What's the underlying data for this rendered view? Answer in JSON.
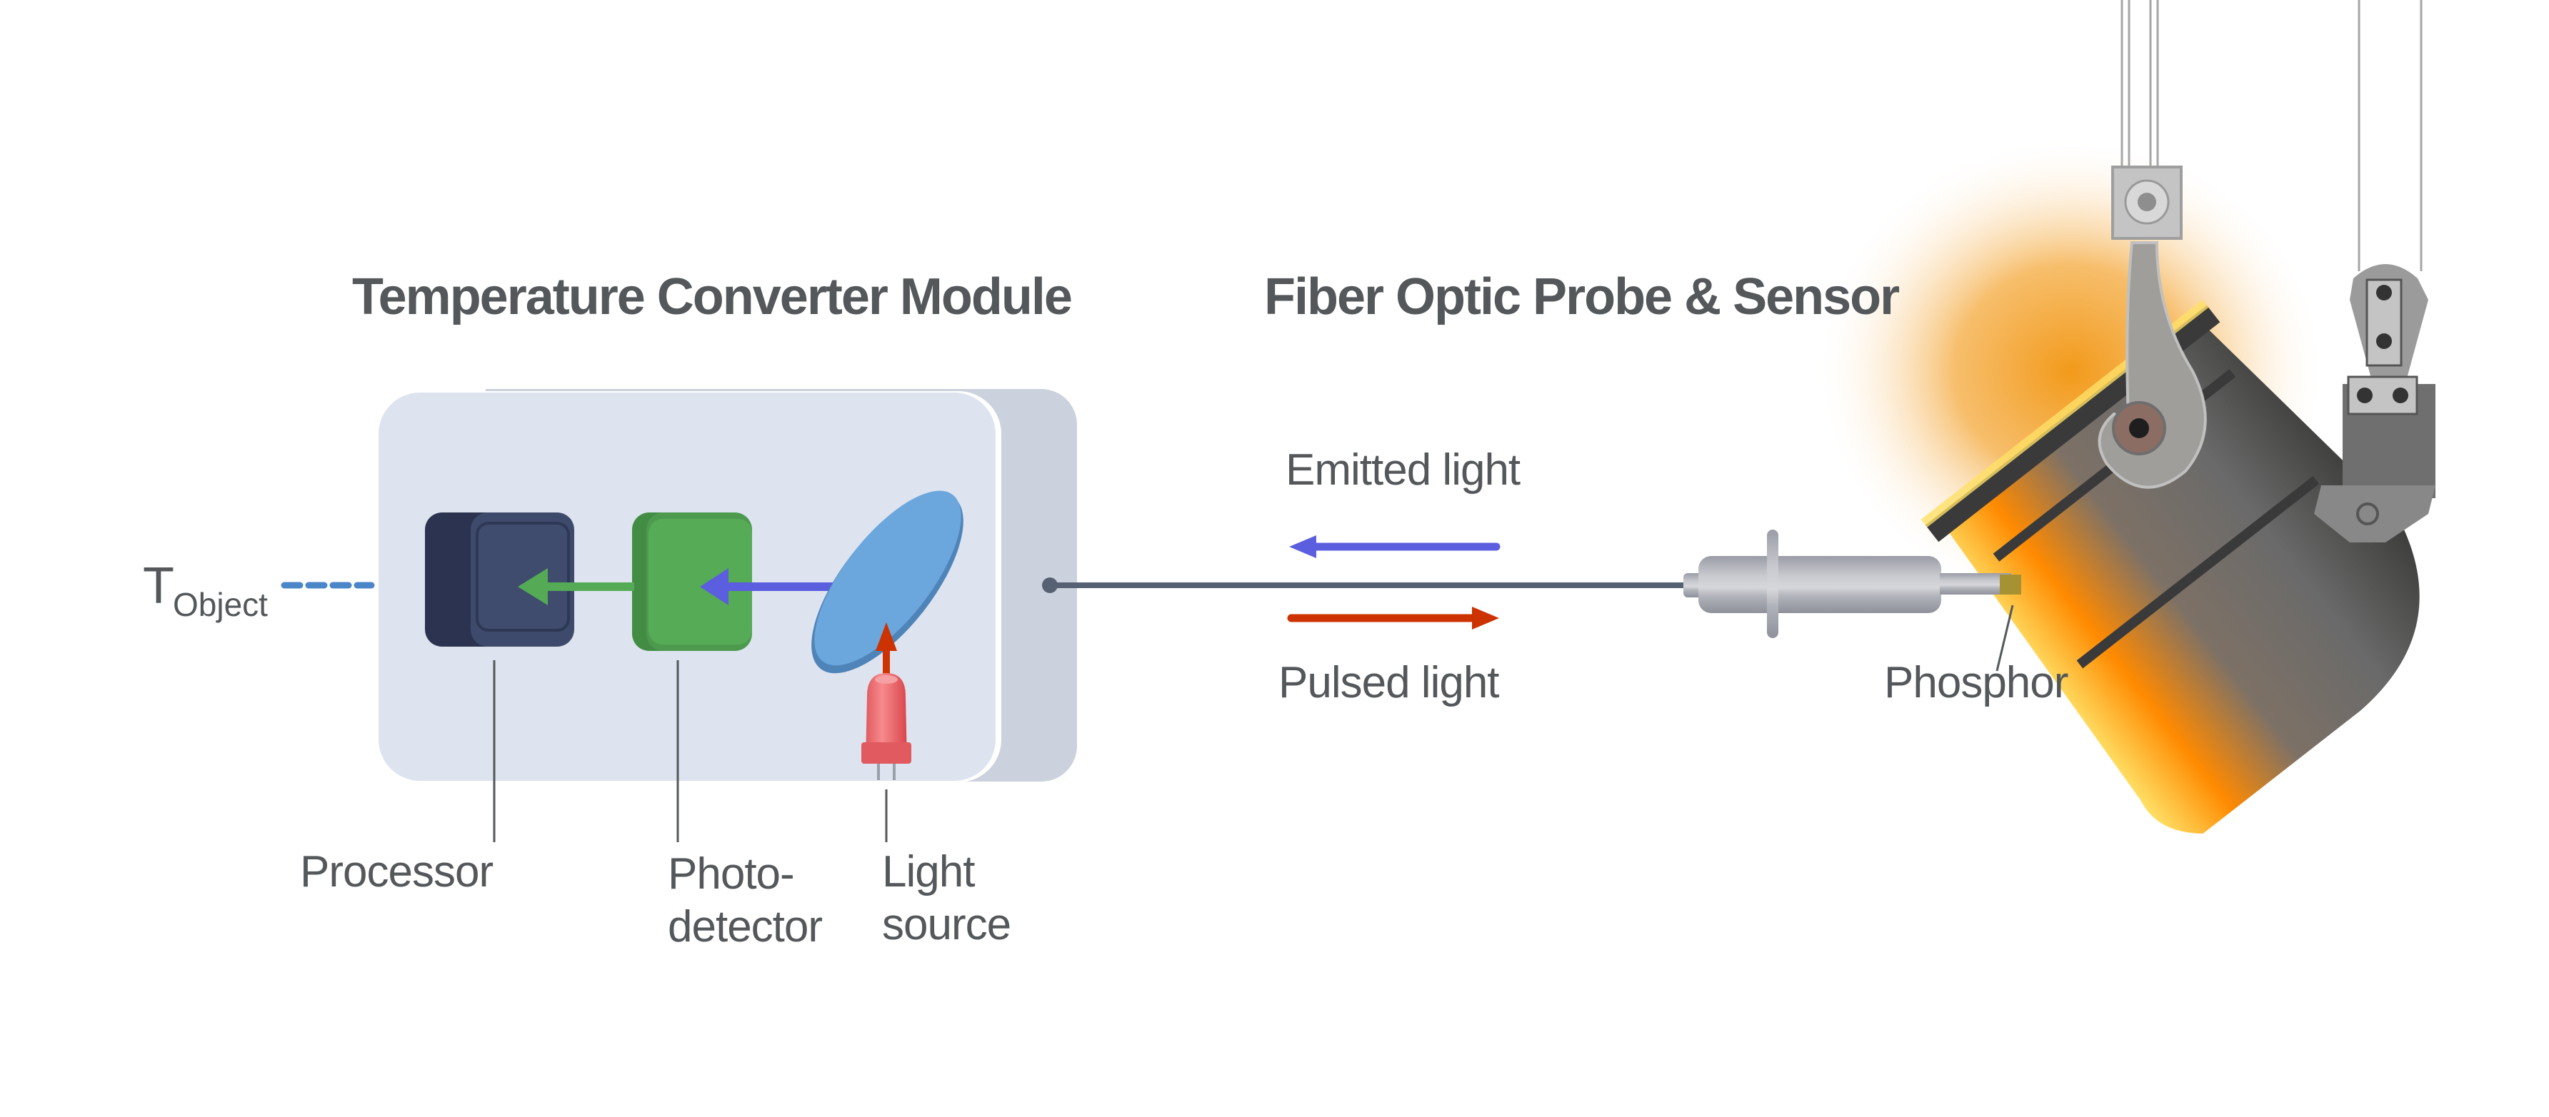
{
  "titles": {
    "converter": "Temperature Converter Module",
    "probe": "Fiber Optic Probe & Sensor"
  },
  "object_temp": {
    "symbol": "T",
    "subscript": "Object"
  },
  "components": {
    "processor": "Processor",
    "photodetector_line1": "Photo-",
    "photodetector_line2": "detector",
    "light_source_line1": "Light",
    "light_source_line2": "source",
    "phosphor": "Phosphor"
  },
  "signals": {
    "emitted": "Emitted light",
    "pulsed": "Pulsed light"
  },
  "colors": {
    "text": "#54585b",
    "emitted_light": "#5b5ede",
    "pulsed_light": "#cc3300",
    "photodetector": "#55aa55",
    "processor": "#3e4a6b",
    "module_body": "#dde4ef",
    "splitter": "#6ba6dd",
    "led": "#e05a5f",
    "fiber": "#566273",
    "glow": "#f29a1a"
  }
}
